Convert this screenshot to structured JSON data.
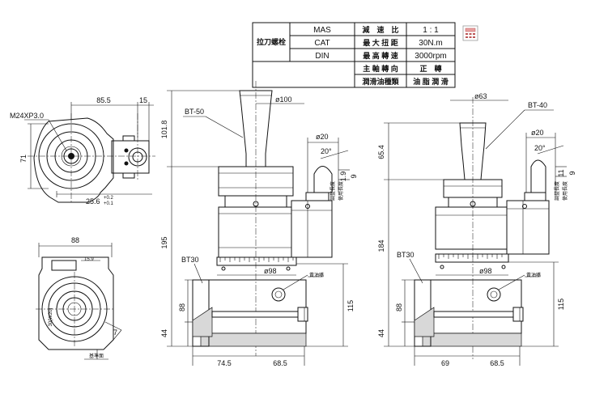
{
  "spec_table": {
    "row_label": "拉刀螺栓",
    "standards": [
      "MAS",
      "CAT",
      "DIN"
    ],
    "rows": [
      {
        "label": "減　速　比",
        "value": "1 : 1"
      },
      {
        "label": "最 大 扭 距",
        "value": "30N.m"
      },
      {
        "label": "最 高 轉 速",
        "value": "3000rpm"
      },
      {
        "label": "主 軸 轉 向",
        "value": "正　轉"
      },
      {
        "label": "潤滑油種類",
        "value": "油 脂 潤 滑"
      }
    ]
  },
  "left_top_view": {
    "thread": "M24XP3.0",
    "dim_width": "85.5",
    "dim_offset": "15",
    "dim_height": "71",
    "dim_tol_base": "25.6",
    "dim_tol_upper": "+0.2",
    "dim_tol_lower": "+0.1"
  },
  "left_bottom_view": {
    "dim_width": "88",
    "dim_slot": "15.9",
    "dim_vertical": "30(W20)",
    "dim_angle": "7",
    "label_ref_face": "基準面"
  },
  "middle_view": {
    "shank": "BT-50",
    "dia_top": "ø100",
    "height_top": "101.8",
    "dia_tool": "ø20",
    "angle": "20°",
    "label_adjust": "調整長度",
    "value_adjust": "1.9",
    "label_use": "使用長度",
    "value_use": "9",
    "height_body": "195",
    "base": "BT30",
    "dia_base": "ø98",
    "oil_label": "黃油嘴",
    "height_88": "88",
    "height_44": "44",
    "height_115": "115",
    "width_left": "74.5",
    "width_right": "68.5"
  },
  "right_view": {
    "shank": "BT-40",
    "dia_top": "ø63",
    "height_top": "65.4",
    "dia_tool": "ø20",
    "angle": "20°",
    "label_adjust": "調整長度",
    "value_adjust": "11",
    "label_use": "使用長度",
    "value_use": "9",
    "height_body": "184",
    "base": "BT30",
    "dia_base": "ø98",
    "oil_label": "黃油嘴",
    "height_88": "88",
    "height_44": "44",
    "height_115": "115",
    "width_left": "69",
    "width_right": "68.5"
  },
  "icons": [
    "calculator-icon"
  ]
}
